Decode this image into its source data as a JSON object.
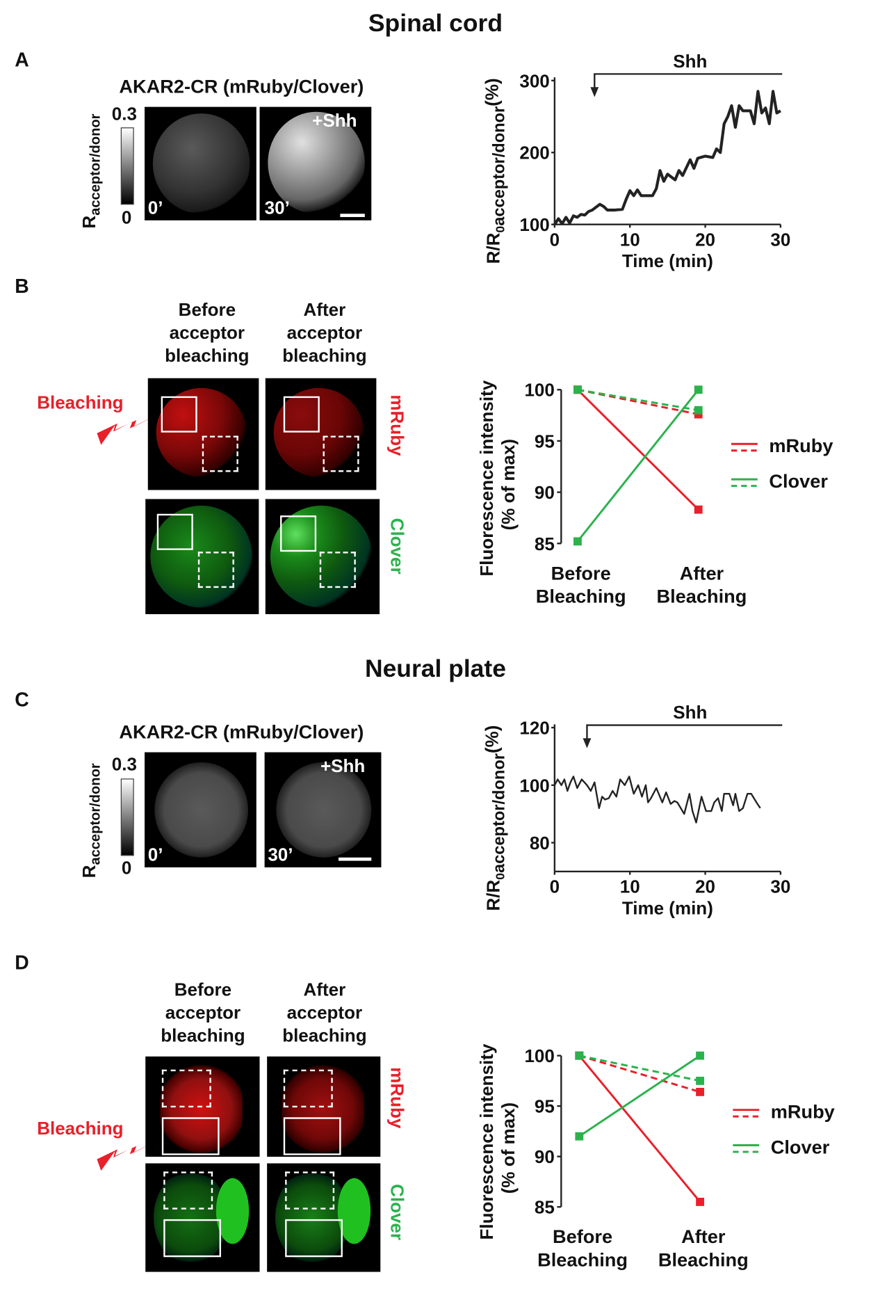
{
  "titles": {
    "spinal": "Spinal cord",
    "neural": "Neural plate"
  },
  "panel_labels": {
    "a": "A",
    "b": "B",
    "c": "C",
    "d": "D"
  },
  "sensor_title": "AKAR2-CR (mRuby/Clover)",
  "colorbar": {
    "label_main": "R",
    "label_sub": "acceptor/donor",
    "max": "0.3",
    "min": "0"
  },
  "image_overlays": {
    "t0": "0’",
    "t30": "30’",
    "shh": "+Shh"
  },
  "bleach_headers": {
    "before": [
      "Before",
      "acceptor",
      "bleaching"
    ],
    "after": [
      "After",
      "acceptor",
      "bleaching"
    ]
  },
  "bleaching_label": "Bleaching",
  "channels": {
    "mruby": "mRuby",
    "clover": "Clover"
  },
  "colors": {
    "red": "#e8202a",
    "green": "#2bb24c"
  },
  "chart_data": [
    {
      "id": "A",
      "type": "line",
      "title": "",
      "annotation": "Shh",
      "annotation_start_x": 5.3,
      "xlabel": "Time (min)",
      "ylabel_main": "R/R",
      "ylabel_sub0": "0",
      "ylabel_sub": "acceptor/donor",
      "ylabel_unit": "(%)",
      "xlim": [
        0,
        30
      ],
      "ylim": [
        100,
        300
      ],
      "xticks": [
        0,
        10,
        20,
        30
      ],
      "yticks": [
        100,
        200,
        300
      ],
      "x": [
        0,
        0.5,
        1,
        1.5,
        2,
        2.5,
        3,
        3.5,
        4,
        4.5,
        5,
        5.5,
        6,
        6.5,
        7,
        8,
        9,
        9.5,
        10,
        10.5,
        11,
        11.5,
        12,
        13,
        13.5,
        14,
        14.5,
        15,
        16,
        16.5,
        17,
        18,
        18.5,
        19,
        20,
        21,
        21.5,
        22,
        22.5,
        23,
        23.5,
        24,
        24.5,
        25,
        26,
        26.5,
        27,
        27.5,
        28,
        28.5,
        29,
        29.5,
        30
      ],
      "y": [
        100,
        108,
        101,
        110,
        102,
        112,
        110,
        114,
        113,
        118,
        120,
        124,
        128,
        125,
        120,
        120,
        121,
        135,
        147,
        140,
        148,
        140,
        140,
        140,
        150,
        175,
        160,
        170,
        162,
        175,
        168,
        190,
        178,
        192,
        195,
        193,
        205,
        200,
        240,
        250,
        265,
        235,
        265,
        258,
        258,
        240,
        285,
        255,
        262,
        240,
        285,
        255,
        258
      ]
    },
    {
      "id": "B",
      "type": "line",
      "ylabel": [
        "Fluorescence intensity",
        "(% of max)"
      ],
      "categories": [
        "Before Bleaching",
        "After Bleaching"
      ],
      "ylim": [
        85,
        100
      ],
      "yticks": [
        85,
        90,
        95,
        100
      ],
      "legend": "right",
      "series": [
        {
          "name": "mRuby",
          "style": "solid",
          "color": "#e8202a",
          "values": [
            100,
            88.3
          ]
        },
        {
          "name": "mRuby",
          "style": "dashed",
          "color": "#e8202a",
          "values": [
            100,
            97.6
          ]
        },
        {
          "name": "Clover",
          "style": "solid",
          "color": "#2bb24c",
          "values": [
            85.2,
            100
          ]
        },
        {
          "name": "Clover",
          "style": "dashed",
          "color": "#2bb24c",
          "values": [
            100,
            98
          ]
        }
      ]
    },
    {
      "id": "C",
      "type": "line",
      "annotation": "Shh",
      "annotation_start_x": 4.3,
      "xlabel": "Time (min)",
      "ylabel_main": "R/R",
      "ylabel_sub0": "0",
      "ylabel_sub": "acceptor/donor",
      "ylabel_unit": "(%)",
      "xlim": [
        0,
        30
      ],
      "ylim": [
        70,
        120
      ],
      "xticks": [
        0,
        10,
        20,
        30
      ],
      "yticks": [
        80,
        100,
        120
      ],
      "x": [
        0,
        0.4,
        0.9,
        1.3,
        1.7,
        2.1,
        2.5,
        3,
        3.6,
        4.3,
        4.8,
        5.3,
        5.9,
        6.3,
        6.7,
        7.2,
        7.7,
        8.2,
        8.7,
        9.3,
        9.9,
        10.5,
        11.1,
        11.6,
        12.1,
        12.4,
        12.8,
        13.5,
        14.3,
        14.8,
        15.4,
        15.9,
        16.3,
        17.2,
        17.9,
        18.3,
        18.8,
        19.5,
        20.1,
        20.8,
        21.2,
        21.7,
        22.2,
        22.5,
        23.2,
        23.7,
        24,
        24.5,
        25,
        25.6,
        26.1,
        26.8,
        27.3
      ],
      "y": [
        100,
        102,
        100,
        102,
        98,
        101,
        103,
        99,
        102,
        100,
        98,
        101,
        92,
        96,
        95,
        95.5,
        98,
        96,
        102,
        100,
        103,
        97,
        100,
        96,
        100,
        94,
        95.5,
        99,
        94,
        97.5,
        93.5,
        94.5,
        94,
        90,
        97,
        91,
        87,
        96,
        91,
        91,
        94,
        95.5,
        91,
        97,
        97,
        93,
        97,
        91,
        92,
        97,
        97,
        94,
        92
      ]
    },
    {
      "id": "D",
      "type": "line",
      "ylabel": [
        "Fluorescence intensity",
        "(% of max)"
      ],
      "categories": [
        "Before Bleaching",
        "After Bleaching"
      ],
      "ylim": [
        85,
        100
      ],
      "yticks": [
        85,
        90,
        95,
        100
      ],
      "legend": "right",
      "series": [
        {
          "name": "mRuby",
          "style": "solid",
          "color": "#e8202a",
          "values": [
            100,
            85.5
          ]
        },
        {
          "name": "mRuby",
          "style": "dashed",
          "color": "#e8202a",
          "values": [
            100,
            96.4
          ]
        },
        {
          "name": "Clover",
          "style": "solid",
          "color": "#2bb24c",
          "values": [
            92,
            100
          ]
        },
        {
          "name": "Clover",
          "style": "dashed",
          "color": "#2bb24c",
          "values": [
            100,
            97.5
          ]
        }
      ]
    }
  ]
}
